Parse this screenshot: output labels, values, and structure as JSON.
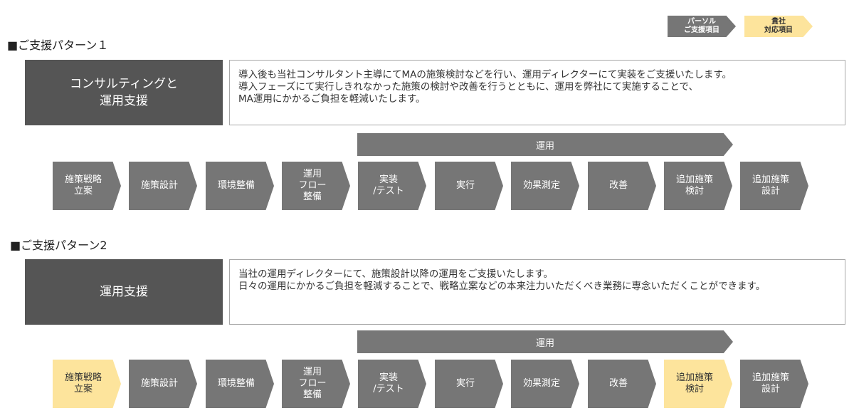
{
  "legend": {
    "gray_label": "パーソル\nご支援項目",
    "yellow_label": "貴社\n対応項目",
    "colors": {
      "gray": "#767676",
      "yellow": "#fde49c"
    }
  },
  "patterns": [
    {
      "title": "■ご支援パターン１",
      "box_label": "コンサルティングと\n運用支援",
      "description": [
        "導入後も当社コンサルタント主導にてMAの施策検討などを行い、運用ディレクターにて実装をご支援いたします。",
        "導入フェーズにて実行しきれなかった施策の検討や改善を行うとともに、運用を弊社にて実施することで、",
        "MA運用にかかるご負担を軽減いたします。"
      ],
      "operation_label": "運用",
      "steps": [
        {
          "label": "施策戦略\n立案",
          "owner": "gray"
        },
        {
          "label": "施策設計",
          "owner": "gray"
        },
        {
          "label": "環境整備",
          "owner": "gray"
        },
        {
          "label": "運用\nフロー\n整備",
          "owner": "gray"
        },
        {
          "label": "実装\n/テスト",
          "owner": "gray"
        },
        {
          "label": "実行",
          "owner": "gray"
        },
        {
          "label": "効果測定",
          "owner": "gray"
        },
        {
          "label": "改善",
          "owner": "gray"
        },
        {
          "label": "追加施策\n検討",
          "owner": "gray"
        },
        {
          "label": "追加施策\n設計",
          "owner": "gray"
        }
      ]
    },
    {
      "title": "■ご支援パターン2",
      "box_label": "運用支援",
      "description": [
        "当社の運用ディレクターにて、施策設計以降の運用をご支援いたします。",
        "日々の運用にかかるご負担を軽減することで、戦略立案などの本来注力いただくべき業務に専念いただくことができます。"
      ],
      "operation_label": "運用",
      "steps": [
        {
          "label": "施策戦略\n立案",
          "owner": "yellow"
        },
        {
          "label": "施策設計",
          "owner": "gray"
        },
        {
          "label": "環境整備",
          "owner": "gray"
        },
        {
          "label": "運用\nフロー\n整備",
          "owner": "gray"
        },
        {
          "label": "実装\n/テスト",
          "owner": "gray"
        },
        {
          "label": "実行",
          "owner": "gray"
        },
        {
          "label": "効果測定",
          "owner": "gray"
        },
        {
          "label": "改善",
          "owner": "gray"
        },
        {
          "label": "追加施策\n検討",
          "owner": "yellow"
        },
        {
          "label": "追加施策\n設計",
          "owner": "gray"
        }
      ]
    }
  ]
}
